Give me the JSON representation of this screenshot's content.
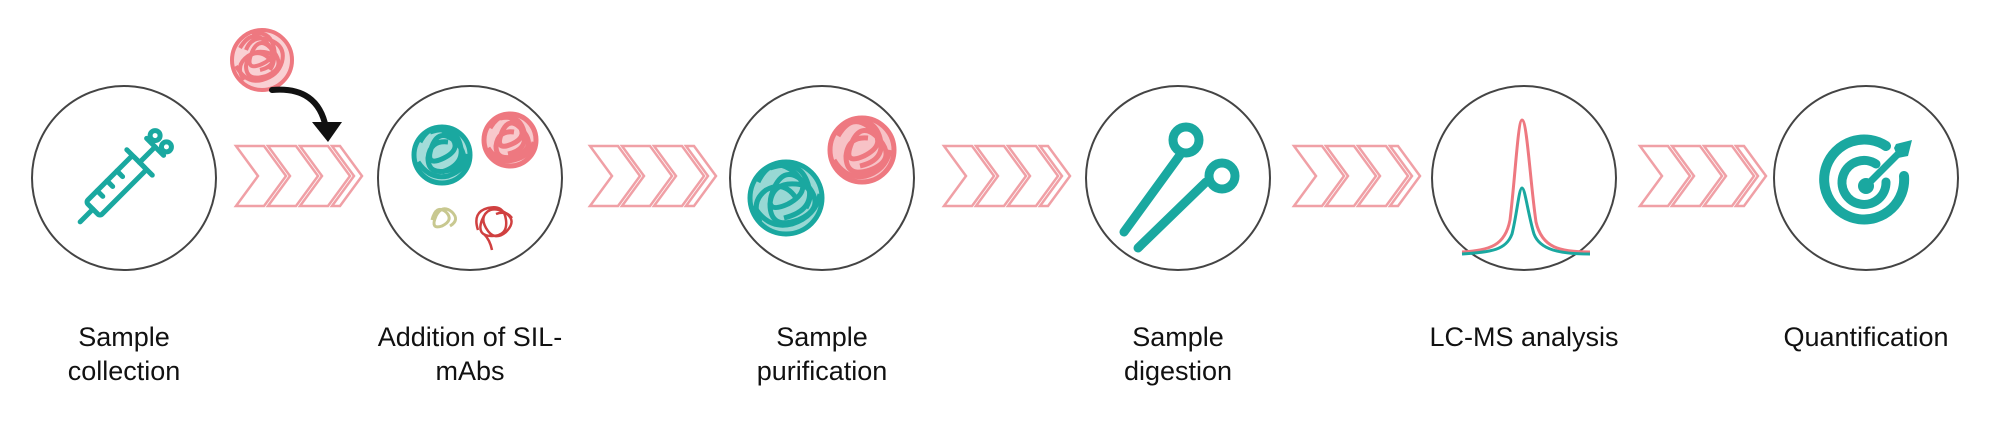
{
  "steps": [
    {
      "label": "Sample\ncollection",
      "icon": "syringe-icon"
    },
    {
      "label": "Addition of SIL-\nmAbs",
      "icon": "sil-mabs-icon"
    },
    {
      "label": "Sample\npurification",
      "icon": "purification-icon"
    },
    {
      "label": "Sample\ndigestion",
      "icon": "scissors-icon"
    },
    {
      "label": "LC-MS analysis",
      "icon": "chromatogram-icon"
    },
    {
      "label": "Quantification",
      "icon": "target-icon"
    }
  ],
  "colors": {
    "teal": "#1aa8a0",
    "pink": "#ee7880",
    "chevron": "#f0a0a6",
    "circle_stroke": "#444444",
    "arrow": "#111111",
    "olive_squiggle": "#c8c890",
    "red_squiggle": "#d04040"
  }
}
